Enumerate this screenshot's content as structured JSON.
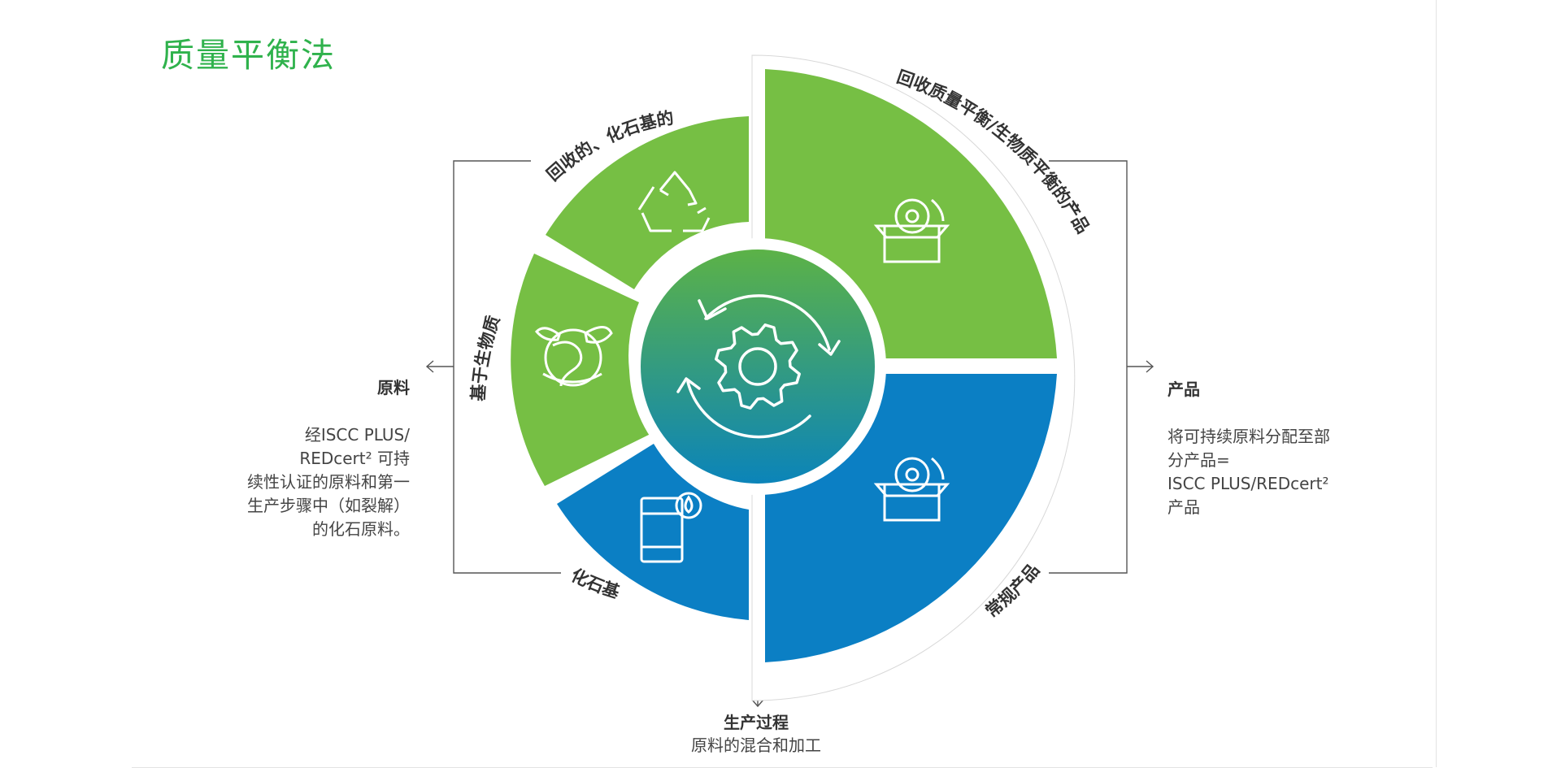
{
  "title": "质量平衡法",
  "segments": {
    "recycled_fossil": "回收的、化石基的",
    "bio_based": "基于生物质",
    "fossil_based": "化石基",
    "mass_balance_products": "回收质量平衡/生物质平衡的产品",
    "conventional_products": "常规产品"
  },
  "left_box": {
    "heading": "原料",
    "body": "经ISCC PLUS/\nREDcert² 可持\n续性认证的原料和第一\n生产步骤中（如裂解）\n的化石原料。"
  },
  "right_box": {
    "heading": "产品",
    "body": "将可持续原料分配至部\n分产品=\nISCC PLUS/REDcert²\n产品"
  },
  "bottom_box": {
    "heading": "生产过程",
    "body": "原料的混合和加工"
  },
  "icons": {
    "recycled_fossil": "recycle-icon",
    "bio_based": "globe-leaf-icon",
    "fossil_based": "oil-barrel-icon",
    "mass_balance_products": "gear-box-icon",
    "conventional_products": "gear-box-icon",
    "center": "gear-cycle-icon"
  },
  "colors": {
    "green": "#76bf44",
    "blue": "#0b7fc4",
    "title_green": "#2fb24c",
    "center_top": "#5cb247",
    "center_bottom": "#0b84b9"
  }
}
